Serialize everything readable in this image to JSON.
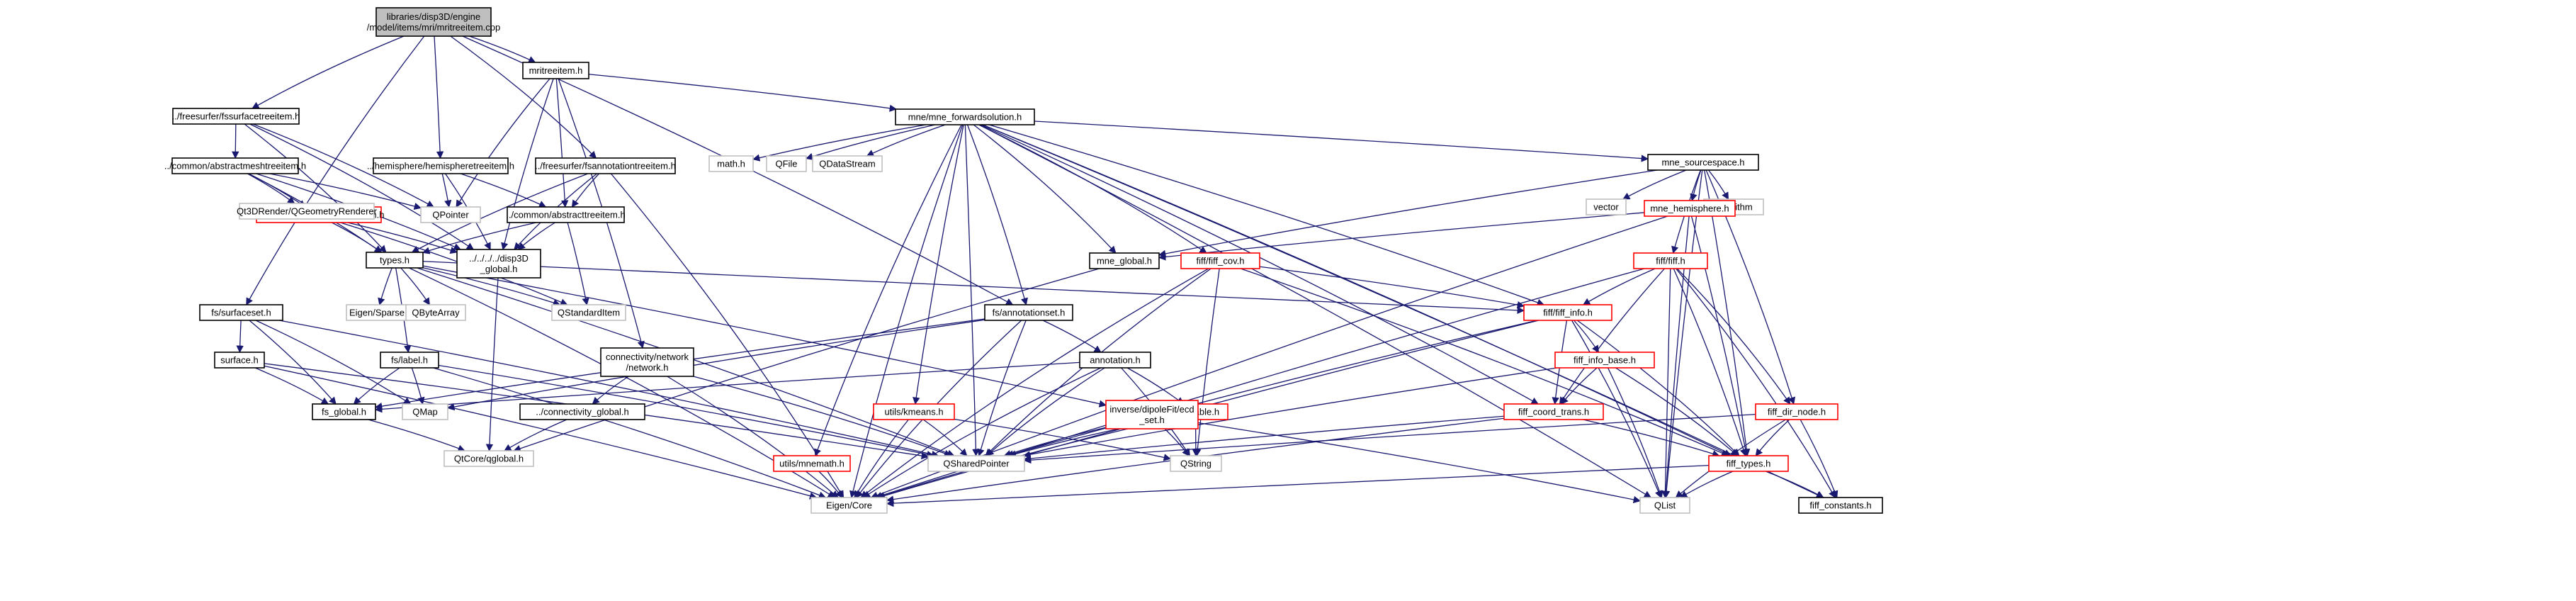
{
  "colors": {
    "edge": "#191970",
    "node_border": "#000000",
    "node_border_red": "#ff0000",
    "node_border_gray": "#bfbfbf",
    "root_fill": "#bfbfbf",
    "node_fill": "#ffffff",
    "external_text": "#404040"
  },
  "nodes": [
    {
      "id": "root",
      "kind": "root",
      "lines": [
        "libraries/disp3D/engine",
        "/model/items/mri/mritreeitem.cpp"
      ]
    },
    {
      "id": "mritreeitem",
      "kind": "normal",
      "lines": [
        "mritreeitem.h"
      ]
    },
    {
      "id": "fssurfacetreeitem",
      "kind": "normal",
      "lines": [
        "../freesurfer/fssurfacetreeitem.h"
      ]
    },
    {
      "id": "meshtreeitem",
      "kind": "normal",
      "lines": [
        "../common/abstractmeshtreeitem.h"
      ]
    },
    {
      "id": "hemispheretreeitem",
      "kind": "normal",
      "lines": [
        "../hemisphere/hemispheretreeitem.h"
      ]
    },
    {
      "id": "fsannotationtreeitem",
      "kind": "normal",
      "lines": [
        "../freesurfer/fsannotationtreeitem.h"
      ]
    },
    {
      "id": "abstract3dtreeitem",
      "kind": "red",
      "lines": [
        "../common/abstract3Dtreeitem.h"
      ]
    },
    {
      "id": "abstracttreeitem",
      "kind": "normal",
      "lines": [
        "../common/abstracttreeitem.h"
      ]
    },
    {
      "id": "disp3d_global",
      "kind": "normal",
      "lines": [
        "../../../../disp3D",
        "_global.h"
      ]
    },
    {
      "id": "qpointer",
      "kind": "gray",
      "lines": [
        "QPointer"
      ]
    },
    {
      "id": "qgeometryrenderer",
      "kind": "gray",
      "lines": [
        "Qt3DRender/QGeometryRenderer"
      ]
    },
    {
      "id": "types",
      "kind": "normal",
      "lines": [
        "types.h"
      ]
    },
    {
      "id": "eigen_sparse",
      "kind": "gray",
      "lines": [
        "Eigen/Sparse"
      ]
    },
    {
      "id": "qbytearray",
      "kind": "gray",
      "lines": [
        "QByteArray"
      ]
    },
    {
      "id": "qstandarditem",
      "kind": "gray",
      "lines": [
        "QStandardItem"
      ]
    },
    {
      "id": "fs_surfaceset",
      "kind": "normal",
      "lines": [
        "fs/surfaceset.h"
      ]
    },
    {
      "id": "surface",
      "kind": "normal",
      "lines": [
        "surface.h"
      ]
    },
    {
      "id": "fs_label",
      "kind": "normal",
      "lines": [
        "fs/label.h"
      ]
    },
    {
      "id": "fs_global",
      "kind": "normal",
      "lines": [
        "fs_global.h"
      ]
    },
    {
      "id": "qmap",
      "kind": "gray",
      "lines": [
        "QMap"
      ]
    },
    {
      "id": "qtcore_qglobal",
      "kind": "gray",
      "lines": [
        "QtCore/qglobal.h"
      ]
    },
    {
      "id": "connectivity_network",
      "kind": "normal",
      "lines": [
        "connectivity/network",
        "/network.h"
      ]
    },
    {
      "id": "connectivity_global",
      "kind": "normal",
      "lines": [
        "../connectivity_global.h"
      ]
    },
    {
      "id": "mne_forwardsolution",
      "kind": "normal",
      "lines": [
        "mne/mne_forwardsolution.h"
      ]
    },
    {
      "id": "math",
      "kind": "gray",
      "lines": [
        "math.h"
      ]
    },
    {
      "id": "qfile",
      "kind": "gray",
      "lines": [
        "QFile"
      ]
    },
    {
      "id": "qdatastream",
      "kind": "gray",
      "lines": [
        "QDataStream"
      ]
    },
    {
      "id": "mne_global",
      "kind": "normal",
      "lines": [
        "mne_global.h"
      ]
    },
    {
      "id": "fiff_cov",
      "kind": "red",
      "lines": [
        "fiff/fiff_cov.h"
      ]
    },
    {
      "id": "fs_annotationset",
      "kind": "normal",
      "lines": [
        "fs/annotationset.h"
      ]
    },
    {
      "id": "annotation",
      "kind": "normal",
      "lines": [
        "annotation.h"
      ]
    },
    {
      "id": "colortable",
      "kind": "red",
      "lines": [
        "colortable.h"
      ]
    },
    {
      "id": "inverse_dipolefit",
      "kind": "red",
      "lines": [
        "inverse/dipoleFit/ecd",
        "_set.h"
      ]
    },
    {
      "id": "utils_kmeans",
      "kind": "red",
      "lines": [
        "utils/kmeans.h"
      ]
    },
    {
      "id": "utils_mnemath",
      "kind": "red",
      "lines": [
        "utils/mnemath.h"
      ]
    },
    {
      "id": "eigen_core",
      "kind": "gray",
      "lines": [
        "Eigen/Core"
      ]
    },
    {
      "id": "qsharedpointer",
      "kind": "gray",
      "lines": [
        "QSharedPointer"
      ]
    },
    {
      "id": "qstring",
      "kind": "gray",
      "lines": [
        "QString"
      ]
    },
    {
      "id": "mne_sourcespace",
      "kind": "normal",
      "lines": [
        "mne_sourcespace.h"
      ]
    },
    {
      "id": "vector",
      "kind": "gray",
      "lines": [
        "vector"
      ]
    },
    {
      "id": "algorithm",
      "kind": "gray",
      "lines": [
        "algorithm"
      ]
    },
    {
      "id": "mne_hemisphere",
      "kind": "red",
      "lines": [
        "mne_hemisphere.h"
      ]
    },
    {
      "id": "fiff_h",
      "kind": "red",
      "lines": [
        "fiff/fiff.h"
      ]
    },
    {
      "id": "fiff_info",
      "kind": "red",
      "lines": [
        "fiff/fiff_info.h"
      ]
    },
    {
      "id": "fiff_info_base",
      "kind": "red",
      "lines": [
        "fiff_info_base.h"
      ]
    },
    {
      "id": "fiff_coord_trans",
      "kind": "red",
      "lines": [
        "fiff_coord_trans.h"
      ]
    },
    {
      "id": "fiff_dir_node",
      "kind": "red",
      "lines": [
        "fiff_dir_node.h"
      ]
    },
    {
      "id": "fiff_types",
      "kind": "red",
      "lines": [
        "fiff_types.h"
      ]
    },
    {
      "id": "qlist",
      "kind": "gray",
      "lines": [
        "QList"
      ]
    },
    {
      "id": "fiff_constants",
      "kind": "normal",
      "lines": [
        "fiff_constants.h"
      ]
    }
  ],
  "edges": [
    [
      "root",
      "mritreeitem"
    ],
    [
      "root",
      "fssurfacetreeitem"
    ],
    [
      "root",
      "hemispheretreeitem"
    ],
    [
      "root",
      "fsannotationtreeitem"
    ],
    [
      "root",
      "fs_surfaceset"
    ],
    [
      "root",
      "fs_annotationset"
    ],
    [
      "mritreeitem",
      "mne_forwardsolution"
    ],
    [
      "mritreeitem",
      "qpointer"
    ],
    [
      "mritreeitem",
      "abstracttreeitem"
    ],
    [
      "mritreeitem",
      "disp3d_global"
    ],
    [
      "mritreeitem",
      "connectivity_network"
    ],
    [
      "fssurfacetreeitem",
      "meshtreeitem"
    ],
    [
      "fssurfacetreeitem",
      "qpointer"
    ],
    [
      "fssurfacetreeitem",
      "types"
    ],
    [
      "fssurfacetreeitem",
      "disp3d_global"
    ],
    [
      "meshtreeitem",
      "qgeometryrenderer"
    ],
    [
      "meshtreeitem",
      "abstract3dtreeitem"
    ],
    [
      "meshtreeitem",
      "qpointer"
    ],
    [
      "meshtreeitem",
      "types"
    ],
    [
      "meshtreeitem",
      "disp3d_global"
    ],
    [
      "hemispheretreeitem",
      "abstracttreeitem"
    ],
    [
      "hemispheretreeitem",
      "qpointer"
    ],
    [
      "hemispheretreeitem",
      "disp3d_global"
    ],
    [
      "fsannotationtreeitem",
      "abstracttreeitem"
    ],
    [
      "fsannotationtreeitem",
      "types"
    ],
    [
      "fsannotationtreeitem",
      "disp3d_global"
    ],
    [
      "fsannotationtreeitem",
      "eigen_core"
    ],
    [
      "abstract3dtreeitem",
      "types"
    ],
    [
      "abstract3dtreeitem",
      "disp3d_global"
    ],
    [
      "abstract3dtreeitem",
      "qstandarditem"
    ],
    [
      "abstracttreeitem",
      "types"
    ],
    [
      "abstracttreeitem",
      "disp3d_global"
    ],
    [
      "abstracttreeitem",
      "qstandarditem"
    ],
    [
      "disp3d_global",
      "qtcore_qglobal"
    ],
    [
      "types",
      "eigen_sparse"
    ],
    [
      "types",
      "qbytearray"
    ],
    [
      "types",
      "qstandarditem"
    ],
    [
      "types",
      "fs_label"
    ],
    [
      "types",
      "fiff_info"
    ],
    [
      "types",
      "inverse_dipolefit"
    ],
    [
      "types",
      "qsharedpointer"
    ],
    [
      "types",
      "eigen_core"
    ],
    [
      "fs_surfaceset",
      "surface"
    ],
    [
      "fs_surfaceset",
      "fs_global"
    ],
    [
      "fs_surfaceset",
      "qmap"
    ],
    [
      "fs_surfaceset",
      "qsharedpointer"
    ],
    [
      "surface",
      "fs_global"
    ],
    [
      "surface",
      "qsharedpointer"
    ],
    [
      "surface",
      "eigen_core"
    ],
    [
      "fs_label",
      "fs_global"
    ],
    [
      "fs_label",
      "qmap"
    ],
    [
      "fs_label",
      "qsharedpointer"
    ],
    [
      "fs_label",
      "eigen_core"
    ],
    [
      "fs_global",
      "qtcore_qglobal"
    ],
    [
      "connectivity_network",
      "connectivity_global"
    ],
    [
      "connectivity_network",
      "qsharedpointer"
    ],
    [
      "connectivity_network",
      "eigen_core"
    ],
    [
      "connectivity_global",
      "qtcore_qglobal"
    ],
    [
      "mne_forwardsolution",
      "math"
    ],
    [
      "mne_forwardsolution",
      "qfile"
    ],
    [
      "mne_forwardsolution",
      "qdatastream"
    ],
    [
      "mne_forwardsolution",
      "mne_global"
    ],
    [
      "mne_forwardsolution",
      "fiff_cov"
    ],
    [
      "mne_forwardsolution",
      "fs_annotationset"
    ],
    [
      "mne_forwardsolution",
      "utils_kmeans"
    ],
    [
      "mne_forwardsolution",
      "utils_mnemath"
    ],
    [
      "mne_forwardsolution",
      "eigen_core"
    ],
    [
      "mne_forwardsolution",
      "qsharedpointer"
    ],
    [
      "mne_forwardsolution",
      "mne_sourcespace"
    ],
    [
      "mne_forwardsolution",
      "fiff_info"
    ],
    [
      "mne_forwardsolution",
      "fiff_coord_trans"
    ],
    [
      "mne_forwardsolution",
      "fiff_types"
    ],
    [
      "mne_forwardsolution",
      "qlist"
    ],
    [
      "mne_forwardsolution",
      "fiff_constants"
    ],
    [
      "mne_global",
      "qtcore_qglobal"
    ],
    [
      "fiff_cov",
      "fiff_info"
    ],
    [
      "fiff_cov",
      "fiff_types"
    ],
    [
      "fiff_cov",
      "qsharedpointer"
    ],
    [
      "fiff_cov",
      "qstring"
    ],
    [
      "fiff_cov",
      "eigen_core"
    ],
    [
      "fs_annotationset",
      "annotation"
    ],
    [
      "fs_annotationset",
      "fs_global"
    ],
    [
      "fs_annotationset",
      "qmap"
    ],
    [
      "fs_annotationset",
      "qsharedpointer"
    ],
    [
      "fs_annotationset",
      "eigen_core"
    ],
    [
      "annotation",
      "colortable"
    ],
    [
      "annotation",
      "fs_global"
    ],
    [
      "annotation",
      "qstring"
    ],
    [
      "annotation",
      "qsharedpointer"
    ],
    [
      "annotation",
      "eigen_core"
    ],
    [
      "colortable",
      "qsharedpointer"
    ],
    [
      "colortable",
      "qstring"
    ],
    [
      "colortable",
      "eigen_core"
    ],
    [
      "inverse_dipolefit",
      "qsharedpointer"
    ],
    [
      "inverse_dipolefit",
      "qstring"
    ],
    [
      "inverse_dipolefit",
      "qlist"
    ],
    [
      "utils_kmeans",
      "qsharedpointer"
    ],
    [
      "utils_kmeans",
      "qstring"
    ],
    [
      "utils_kmeans",
      "eigen_core"
    ],
    [
      "utils_mnemath",
      "eigen_core"
    ],
    [
      "mne_sourcespace",
      "vector"
    ],
    [
      "mne_sourcespace",
      "algorithm"
    ],
    [
      "mne_sourcespace",
      "mne_hemisphere"
    ],
    [
      "mne_sourcespace",
      "fiff_h"
    ],
    [
      "mne_sourcespace",
      "fiff_dir_node"
    ],
    [
      "mne_sourcespace",
      "fiff_types"
    ],
    [
      "mne_sourcespace",
      "qlist"
    ],
    [
      "mne_sourcespace",
      "mne_global"
    ],
    [
      "mne_hemisphere",
      "mne_global"
    ],
    [
      "mne_hemisphere",
      "fiff_types"
    ],
    [
      "mne_hemisphere",
      "eigen_core"
    ],
    [
      "mne_hemisphere",
      "qlist"
    ],
    [
      "fiff_h",
      "fiff_info"
    ],
    [
      "fiff_h",
      "fiff_coord_trans"
    ],
    [
      "fiff_h",
      "fiff_dir_node"
    ],
    [
      "fiff_h",
      "fiff_types"
    ],
    [
      "fiff_h",
      "qlist"
    ],
    [
      "fiff_h",
      "eigen_core"
    ],
    [
      "fiff_h",
      "fiff_constants"
    ],
    [
      "fiff_info",
      "fiff_info_base"
    ],
    [
      "fiff_info",
      "fiff_coord_trans"
    ],
    [
      "fiff_info",
      "fiff_types"
    ],
    [
      "fiff_info",
      "qsharedpointer"
    ],
    [
      "fiff_info",
      "qlist"
    ],
    [
      "fiff_info",
      "eigen_core"
    ],
    [
      "fiff_info_base",
      "fiff_coord_trans"
    ],
    [
      "fiff_info_base",
      "fiff_types"
    ],
    [
      "fiff_info_base",
      "qsharedpointer"
    ],
    [
      "fiff_info_base",
      "qlist"
    ],
    [
      "fiff_coord_trans",
      "fiff_types"
    ],
    [
      "fiff_coord_trans",
      "qsharedpointer"
    ],
    [
      "fiff_coord_trans",
      "eigen_core"
    ],
    [
      "fiff_dir_node",
      "fiff_types"
    ],
    [
      "fiff_dir_node",
      "qsharedpointer"
    ],
    [
      "fiff_dir_node",
      "qlist"
    ],
    [
      "fiff_dir_node",
      "fiff_constants"
    ],
    [
      "fiff_types",
      "eigen_core"
    ],
    [
      "fiff_types",
      "qlist"
    ],
    [
      "fiff_types",
      "fiff_constants"
    ]
  ]
}
